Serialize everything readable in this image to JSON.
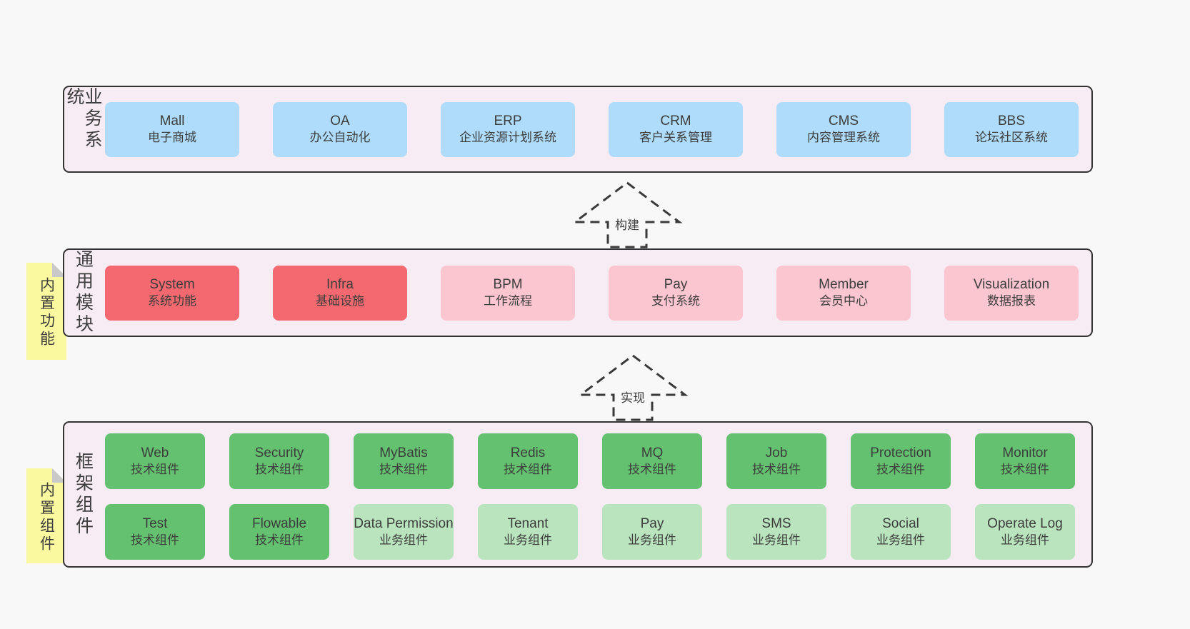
{
  "colors": {
    "page_bg": "#f8f8f8",
    "band_bg": "#f7ecf4",
    "band_border": "#333333",
    "text": "#3d3d3d",
    "blue": "#aedcfa",
    "red": "#f3696f",
    "pink": "#fbc6d0",
    "green": "#64c170",
    "green_light": "#b9e4bd",
    "note_bg": "#fbf9a0",
    "note_fold": "#c9c9c9",
    "arrow_stroke": "#3a3a3a"
  },
  "bands": [
    {
      "label": "业务系统",
      "boxes": [
        {
          "en": "Mall",
          "cn": "电子商城",
          "variant": "blue"
        },
        {
          "en": "OA",
          "cn": "办公自动化",
          "variant": "blue"
        },
        {
          "en": "ERP",
          "cn": "企业资源计划系统",
          "variant": "blue"
        },
        {
          "en": "CRM",
          "cn": "客户关系管理",
          "variant": "blue"
        },
        {
          "en": "CMS",
          "cn": "内容管理系统",
          "variant": "blue"
        },
        {
          "en": "BBS",
          "cn": "论坛社区系统",
          "variant": "blue"
        }
      ]
    },
    {
      "label": "通用模块",
      "boxes": [
        {
          "en": "System",
          "cn": "系统功能",
          "variant": "red"
        },
        {
          "en": "Infra",
          "cn": "基础设施",
          "variant": "red"
        },
        {
          "en": "BPM",
          "cn": "工作流程",
          "variant": "pink"
        },
        {
          "en": "Pay",
          "cn": "支付系统",
          "variant": "pink"
        },
        {
          "en": "Member",
          "cn": "会员中心",
          "variant": "pink"
        },
        {
          "en": "Visualization",
          "cn": "数据报表",
          "variant": "pink"
        }
      ]
    },
    {
      "label": "框架组件",
      "rows": [
        [
          {
            "en": "Web",
            "cn": "技术组件",
            "variant": "green"
          },
          {
            "en": "Security",
            "cn": "技术组件",
            "variant": "green"
          },
          {
            "en": "MyBatis",
            "cn": "技术组件",
            "variant": "green"
          },
          {
            "en": "Redis",
            "cn": "技术组件",
            "variant": "green"
          },
          {
            "en": "MQ",
            "cn": "技术组件",
            "variant": "green"
          },
          {
            "en": "Job",
            "cn": "技术组件",
            "variant": "green"
          },
          {
            "en": "Protection",
            "cn": "技术组件",
            "variant": "green"
          },
          {
            "en": "Monitor",
            "cn": "技术组件",
            "variant": "green"
          }
        ],
        [
          {
            "en": "Test",
            "cn": "技术组件",
            "variant": "green"
          },
          {
            "en": "Flowable",
            "cn": "技术组件",
            "variant": "green"
          },
          {
            "en": "Data Permission",
            "cn": "业务组件",
            "variant": "green_light"
          },
          {
            "en": "Tenant",
            "cn": "业务组件",
            "variant": "green_light"
          },
          {
            "en": "Pay",
            "cn": "业务组件",
            "variant": "green_light"
          },
          {
            "en": "SMS",
            "cn": "业务组件",
            "variant": "green_light"
          },
          {
            "en": "Social",
            "cn": "业务组件",
            "variant": "green_light"
          },
          {
            "en": "Operate Log",
            "cn": "业务组件",
            "variant": "green_light"
          }
        ]
      ]
    }
  ],
  "arrows": [
    {
      "label": "构建"
    },
    {
      "label": "实现"
    }
  ],
  "notes": [
    {
      "text": "内置功能"
    },
    {
      "text": "内置组件"
    }
  ]
}
